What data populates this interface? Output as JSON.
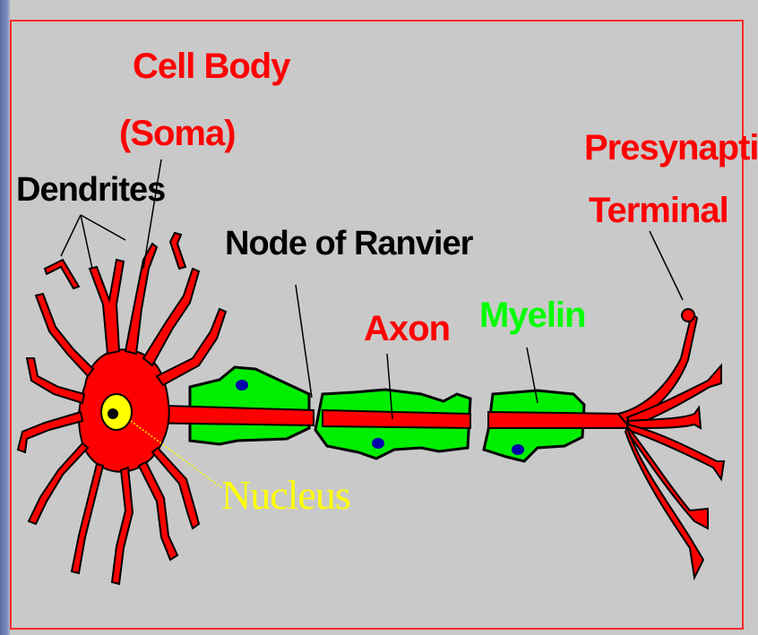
{
  "labels": {
    "cell_body_line1": "Cell Body",
    "cell_body_line2": "(Soma)",
    "dendrites": "Dendrites",
    "presynaptic_line1": "Presynaptic",
    "presynaptic_line2": "Terminal",
    "node_of_ranvier": "Node of Ranvier",
    "axon": "Axon",
    "myelin": "Myelin",
    "nucleus": "Nucleus"
  },
  "colors": {
    "neuron": "#ff0000",
    "myelin": "#00ff00",
    "nucleus": "#ffff00",
    "background": "#c9c9c9",
    "frame_border": "#ff2a2a"
  }
}
